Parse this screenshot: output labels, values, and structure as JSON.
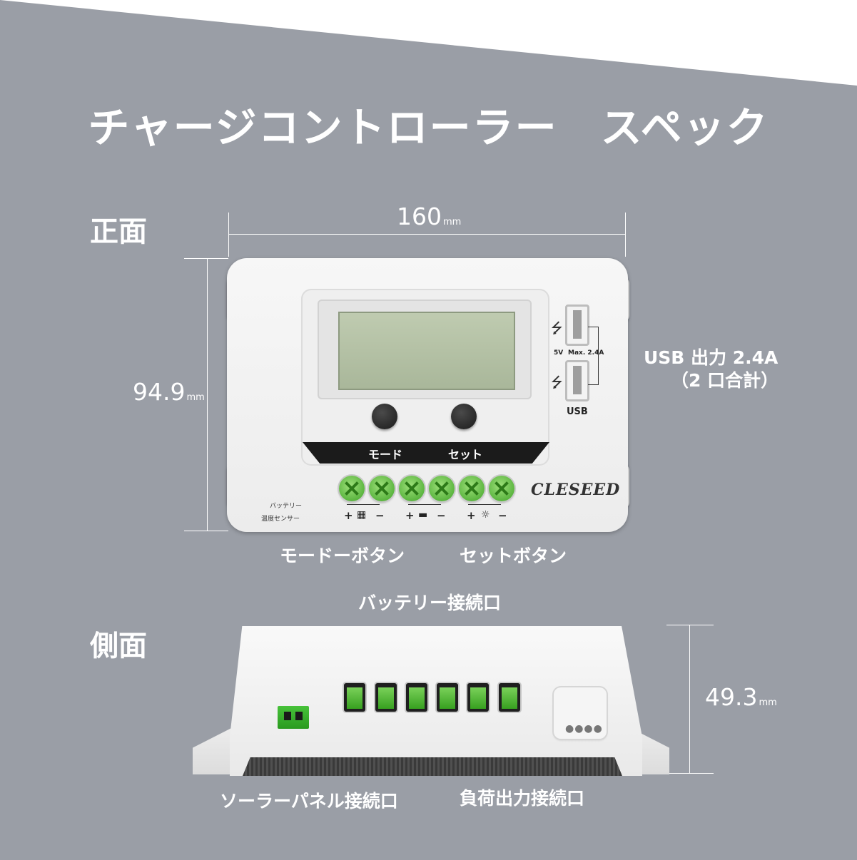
{
  "title": "チャージコントローラー　スペック",
  "sections": {
    "front": "正面",
    "side": "側面"
  },
  "dimensions": {
    "width_value": "160",
    "width_unit": "mm",
    "height_value": "94.9",
    "height_unit": "mm",
    "depth_value": "49.3",
    "depth_unit": "mm"
  },
  "callouts": {
    "usb_line1": "USB 出力 2.4A",
    "usb_line2": "（2 口合計）",
    "mode_button": "モードーボタン",
    "set_button": "セットボタン",
    "battery_port": "バッテリー接続口",
    "solar_port": "ソーラーパネル接続口",
    "load_port": "負荷出力接続口"
  },
  "device": {
    "mode_label": "モード",
    "set_label": "セット",
    "usb_5v": "5V",
    "usb_max": "Max. 2.4A",
    "usb_label": "USB",
    "brand": "CLESEED",
    "sensor_line1": "バッテリー",
    "sensor_line2": "温度センサー"
  },
  "icons": [
    "usb-icon",
    "solar-panel-icon",
    "battery-icon",
    "lightbulb-icon"
  ]
}
